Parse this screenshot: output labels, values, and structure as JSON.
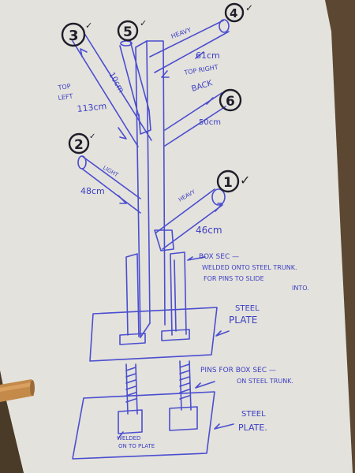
{
  "branches": [
    {
      "id": "1",
      "mark": "✓",
      "weight": "HEAVY",
      "length": "46cm"
    },
    {
      "id": "2",
      "mark": "✓",
      "weight": "LIGHT",
      "length": "48cm"
    },
    {
      "id": "3",
      "mark": "✓",
      "position": "TOP LEFT",
      "length": "113cm"
    },
    {
      "id": "4",
      "mark": "✓",
      "weight": "HEAVY",
      "length": "61cm",
      "position": "TOP RIGHT"
    },
    {
      "id": "5",
      "mark": "✓",
      "length": "10cm"
    },
    {
      "id": "6",
      "position": "BACK",
      "length": "50cm"
    }
  ],
  "labels": {
    "box_line1": "BOX SEC —",
    "box_line2": "WELDED ONTO STEEL TRUNK.",
    "box_line3": "FOR PINS TO SLIDE",
    "box_line4": "INTO.",
    "plate_top_line1": "STEEL",
    "plate_top_line2": "PLATE",
    "pins_line1": "PINS FOR BOX SEC —",
    "pins_line2": "ON STEEL TRUNK.",
    "plate_bottom_line1": "STEEL",
    "plate_bottom_line2": "PLATE.",
    "welded_line1": "WELDED",
    "welded_line2": "ON TO PLATE"
  }
}
